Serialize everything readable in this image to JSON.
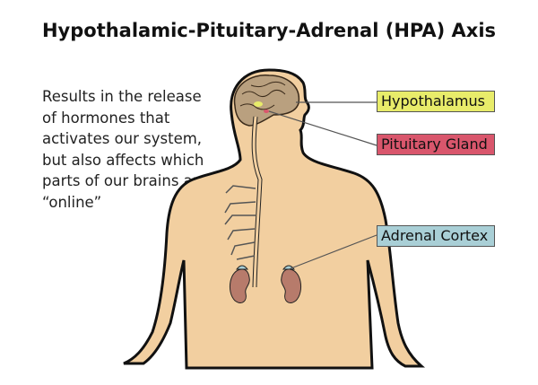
{
  "title": "Hypothalamic-Pituitary-Adrenal (HPA) Axis",
  "description": "Results in the release of hormones that activates our system, but also affects which parts of our brains are “online”",
  "labels": {
    "hypothalamus": {
      "text": "Hypothalamus",
      "color": "#e8ec6a"
    },
    "pituitary": {
      "text": "Pituitary Gland",
      "color": "#d9566c"
    },
    "adrenal": {
      "text": "Adrenal Cortex",
      "color": "#a9cfd6"
    }
  },
  "colors": {
    "skin": "#f2cfa0",
    "brain": "#b9a07f",
    "kidney": "#b77b6b"
  }
}
